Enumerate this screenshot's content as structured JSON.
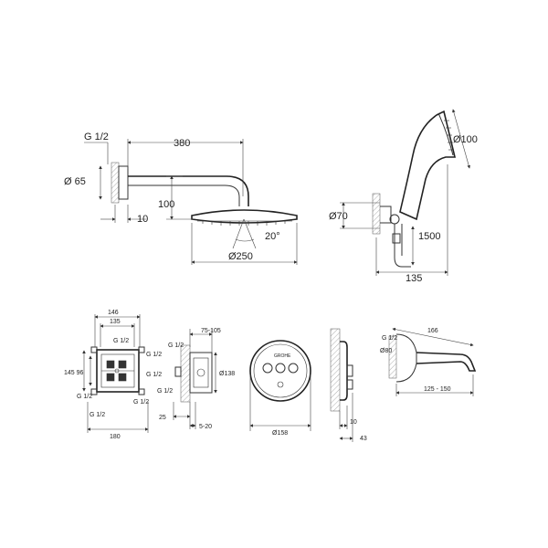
{
  "labels": {
    "g_half": "G 1/2",
    "shower_arm_length": "380",
    "flange_diameter": "Ø 65",
    "arm_drop": "100",
    "flange_depth": "10",
    "tilt_angle": "20°",
    "head_diameter": "Ø250",
    "hand_diameter": "Ø100",
    "bracket_diameter": "Ø70",
    "hose_length": "1500",
    "hand_reach": "135",
    "box_width_outer": "146",
    "box_width_inner": "135",
    "box_height": "145 96",
    "box_bottom_width": "180",
    "body_depth": "75-105",
    "body_diameter": "Ø138",
    "body_offset": "25",
    "body_finish": "5-20",
    "plate_diameter": "Ø158",
    "plate_depth": "10",
    "plate_offset": "43",
    "spout_length": "166",
    "spout_thread": "G 1/2",
    "spout_rosette": "Ø80",
    "spout_range": "125 - 150",
    "brand": "GROHE"
  },
  "icons": {
    "wall": "hatched-wall",
    "arrow": "dimension-arrow"
  }
}
